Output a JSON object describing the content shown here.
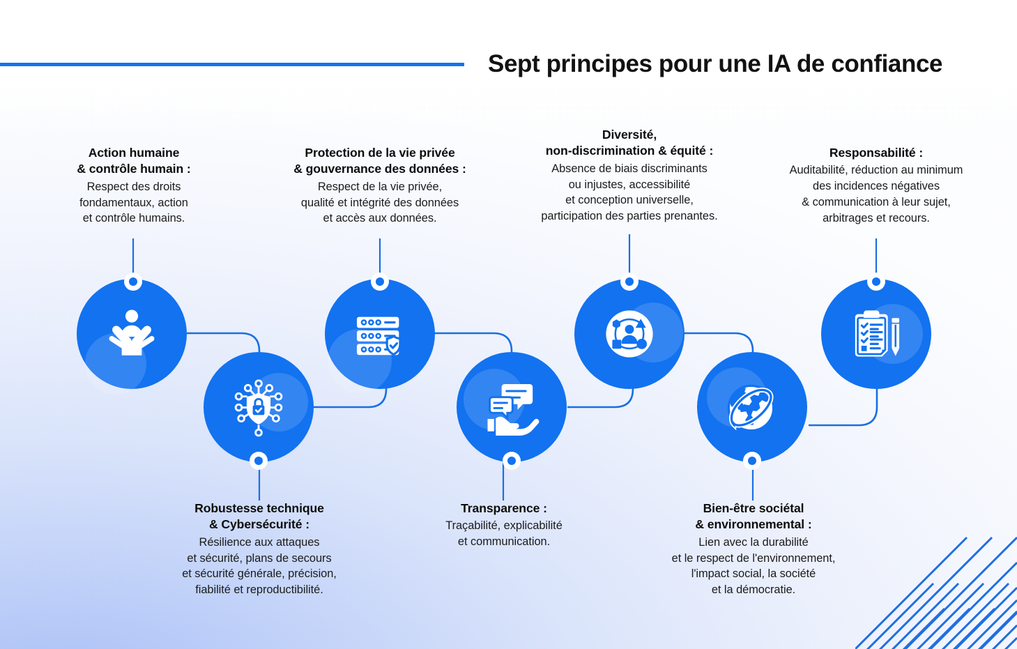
{
  "header": {
    "title": "Sept principes pour une IA de confiance",
    "rule_color": "#1272f0"
  },
  "theme": {
    "node_blue": "#1272f0",
    "connector_blue": "#1a6fe0",
    "text_dark": "#111111",
    "page_bg": "#ffffff",
    "wash_blue": "#bfd0f9"
  },
  "principles": [
    {
      "id": "action-humaine",
      "heading": "Action humaine\n& contrôle humain :",
      "body": "Respect des droits\nfondamentaux, action\net contrôle humains.",
      "icon": "hands-holding-person-icon",
      "position": "above"
    },
    {
      "id": "robustesse-technique",
      "heading": "Robustesse technique\n& Cybersécurité :",
      "body": "Résilience aux attaques\net sécurité, plans de secours\net sécurité générale, précision,\nfiabilité et reproductibilité.",
      "icon": "shield-lock-network-icon",
      "position": "below"
    },
    {
      "id": "protection-vie-privee",
      "heading": "Protection de la vie privée\n& gouvernance des données :",
      "body": "Respect de la vie privée,\nqualité et intégrité des données\net accès aux données.",
      "icon": "server-shield-check-icon",
      "position": "above"
    },
    {
      "id": "transparence",
      "heading": "Transparence :",
      "body": "Traçabilité, explicabilité\net communication.",
      "icon": "hand-chat-bubbles-icon",
      "position": "below"
    },
    {
      "id": "diversite-non-discrimination",
      "heading": "Diversité,\nnon-discrimination & équité :",
      "body": "Absence de biais discriminants\nou injustes, accessibilité\net conception universelle,\nparticipation des parties prenantes.",
      "icon": "diversity-shapes-person-icon",
      "position": "above"
    },
    {
      "id": "bien-etre-societal",
      "heading": "Bien-être sociétal\n& environnemental :",
      "body": "Lien avec la durabilité\net le respect de l'environnement,\nl'impact social, la société\net la démocratie.",
      "icon": "globe-orbit-icon",
      "position": "below"
    },
    {
      "id": "responsabilite",
      "heading": "Responsabilité :",
      "body": "Auditabilité, réduction au minimum\ndes incidences négatives\n& communication à leur sujet,\narbitrages et recours.",
      "icon": "clipboard-checklist-pencil-icon",
      "position": "above"
    }
  ],
  "decoration": {
    "corner_diagonal_lines": "45deg-stripes-bottom-right"
  }
}
